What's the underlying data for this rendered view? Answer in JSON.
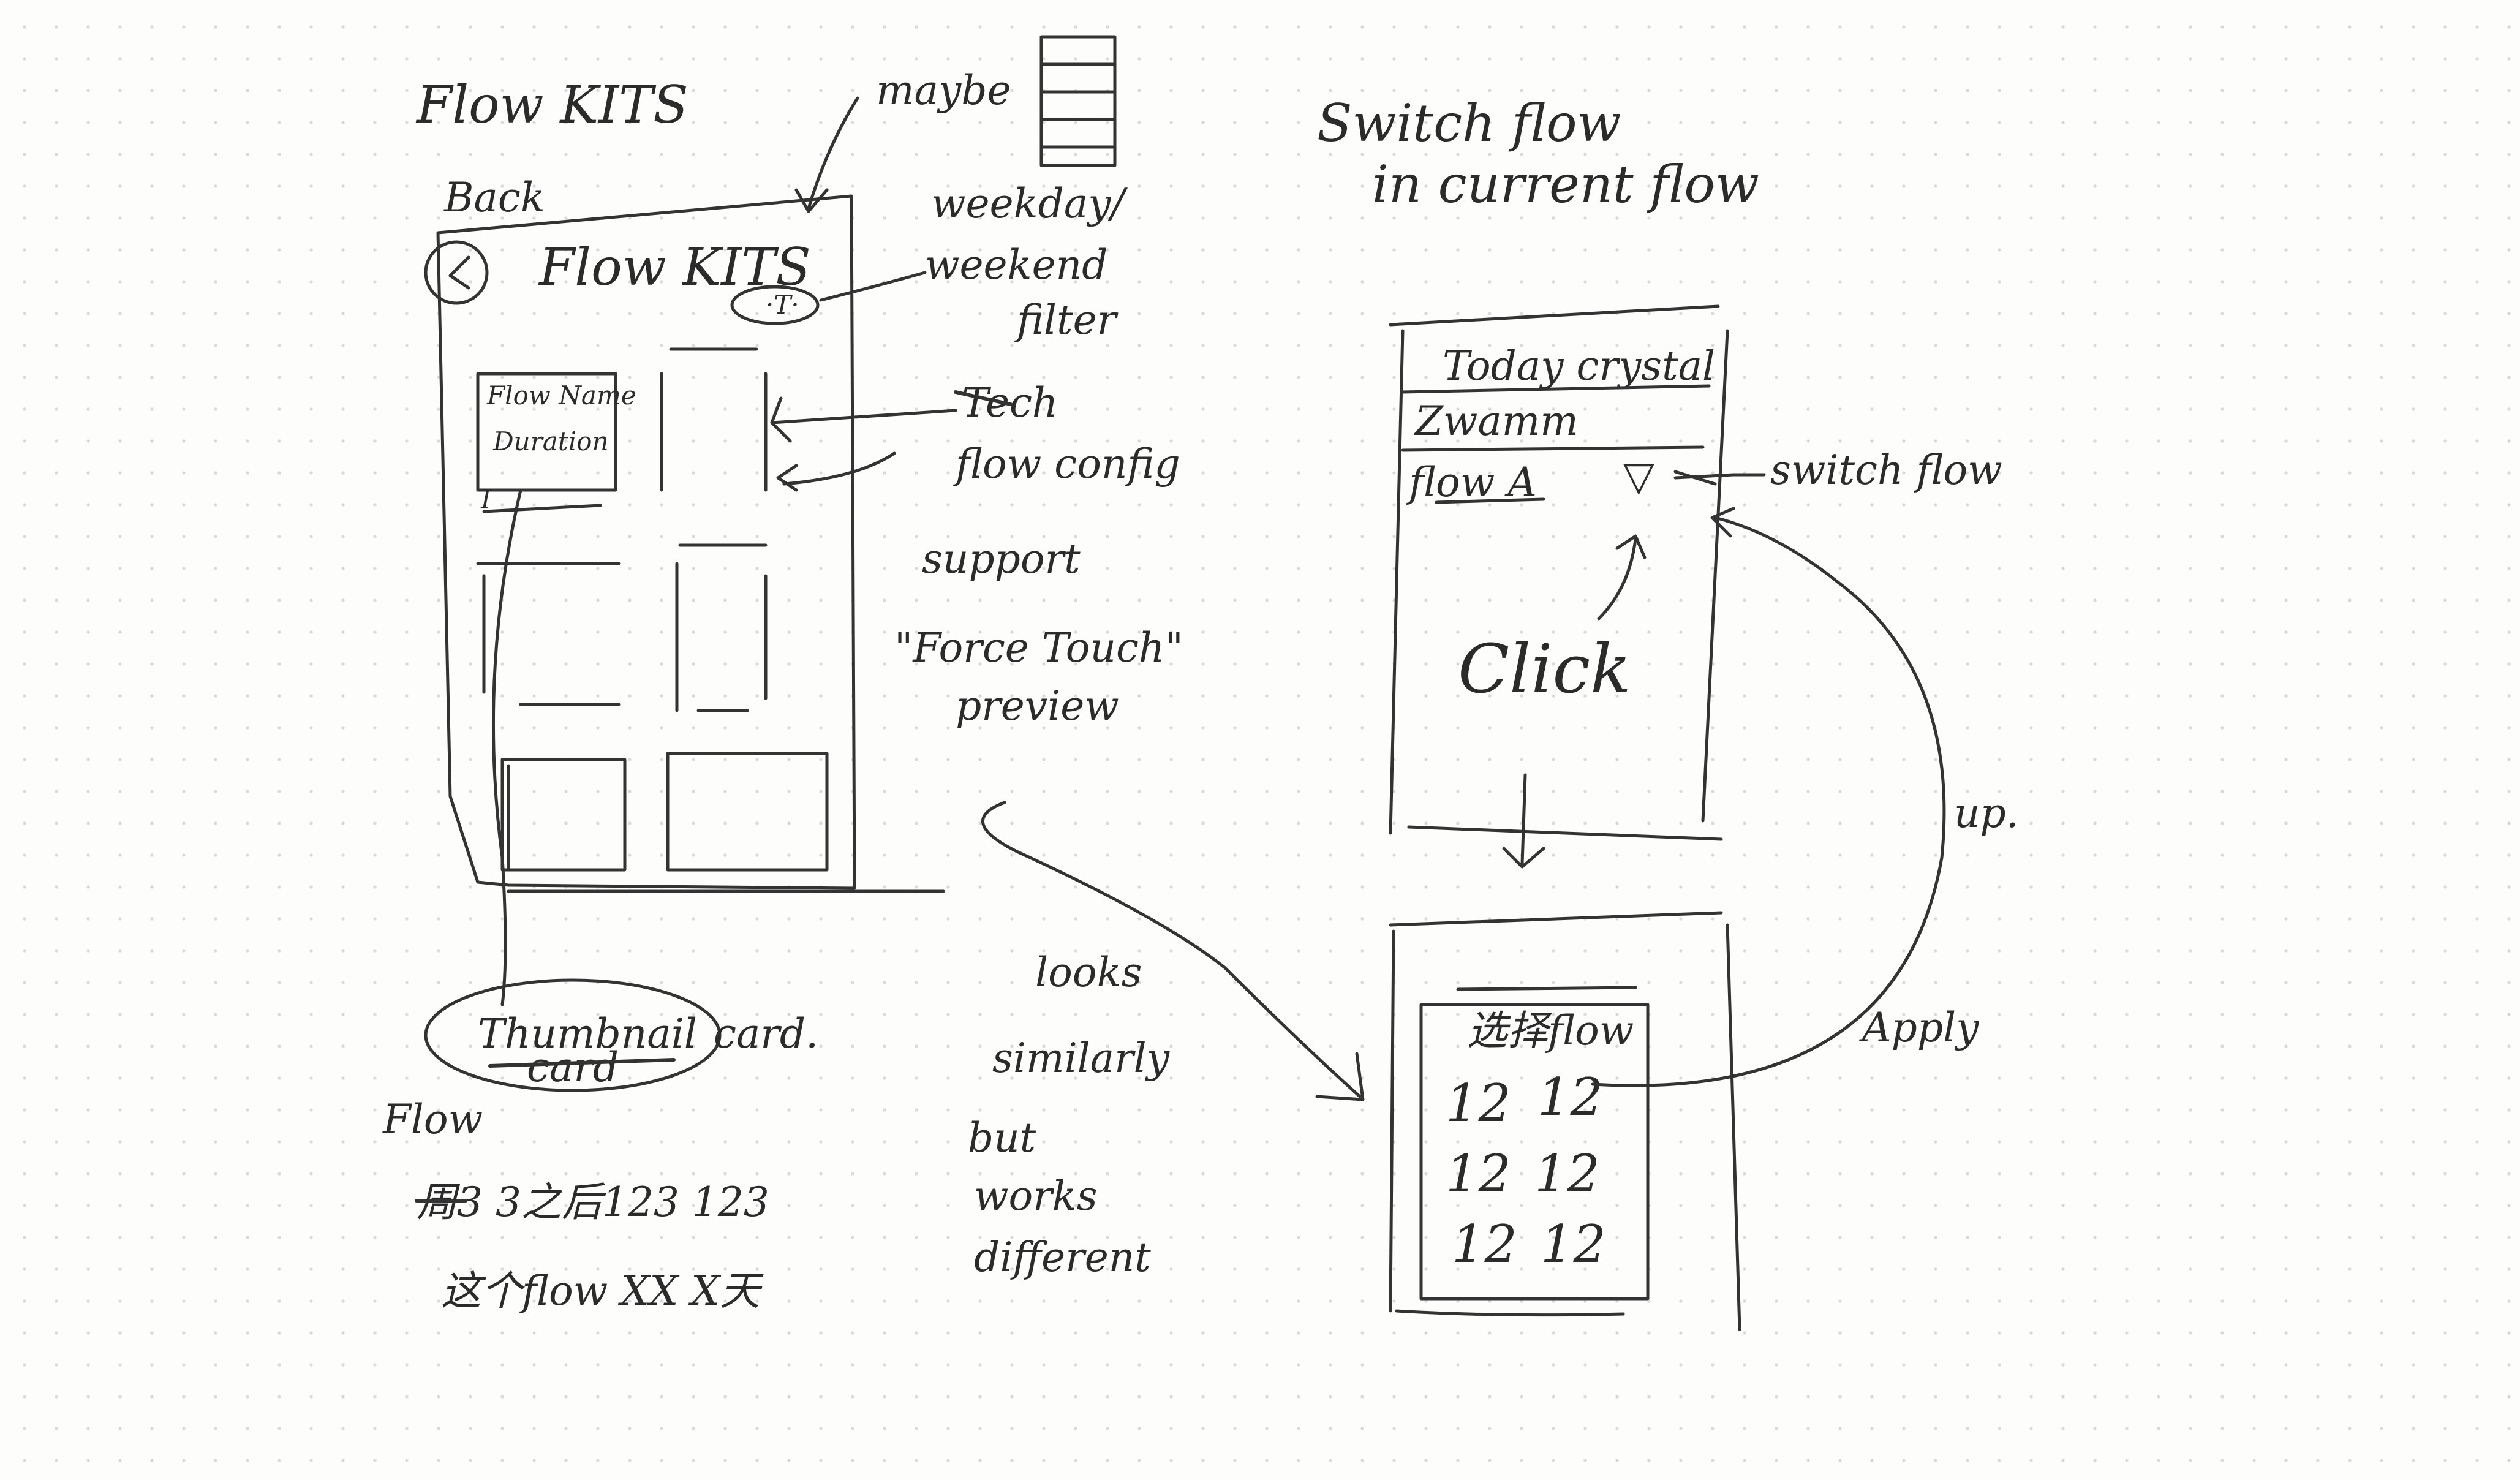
{
  "left_panel": {
    "heading": "Flow KITS",
    "back_note": "Back",
    "maybe_note": "maybe",
    "screen_title": "Flow KITS",
    "weekday_note": "weekday/",
    "weekend_note": "weekend",
    "filter_note": "filter",
    "card_lines": [
      "Flow Name",
      "Duration",
      "I"
    ],
    "tech_note": "Tech",
    "config_note": "flow config",
    "support_note": "support",
    "force_touch_note": "\"Force Touch\"",
    "preview_note": "preview"
  },
  "bottom_notes": {
    "thumbnail": "Thumbnail",
    "card_struck": "card",
    "card": "card.",
    "flow": "Flow",
    "row1": "周3 3之后123 123",
    "row2": "这个flow XX X天"
  },
  "middle_notes": {
    "looks": "looks",
    "similarly": "similarly",
    "but": "but",
    "works": "works",
    "different": "different"
  },
  "right_panel": {
    "heading_line1": "Switch flow",
    "heading_line2": "in current flow",
    "today_label": "Today crystal",
    "item_label": "Zwamm",
    "flow_label": "flow A",
    "dropdown_glyph": "▽",
    "switch_note": "switch flow",
    "click_note": "Click",
    "up_note": "up.",
    "sheet_title": "选择flow",
    "apply_note": "Apply",
    "grid_glyph": "12"
  }
}
